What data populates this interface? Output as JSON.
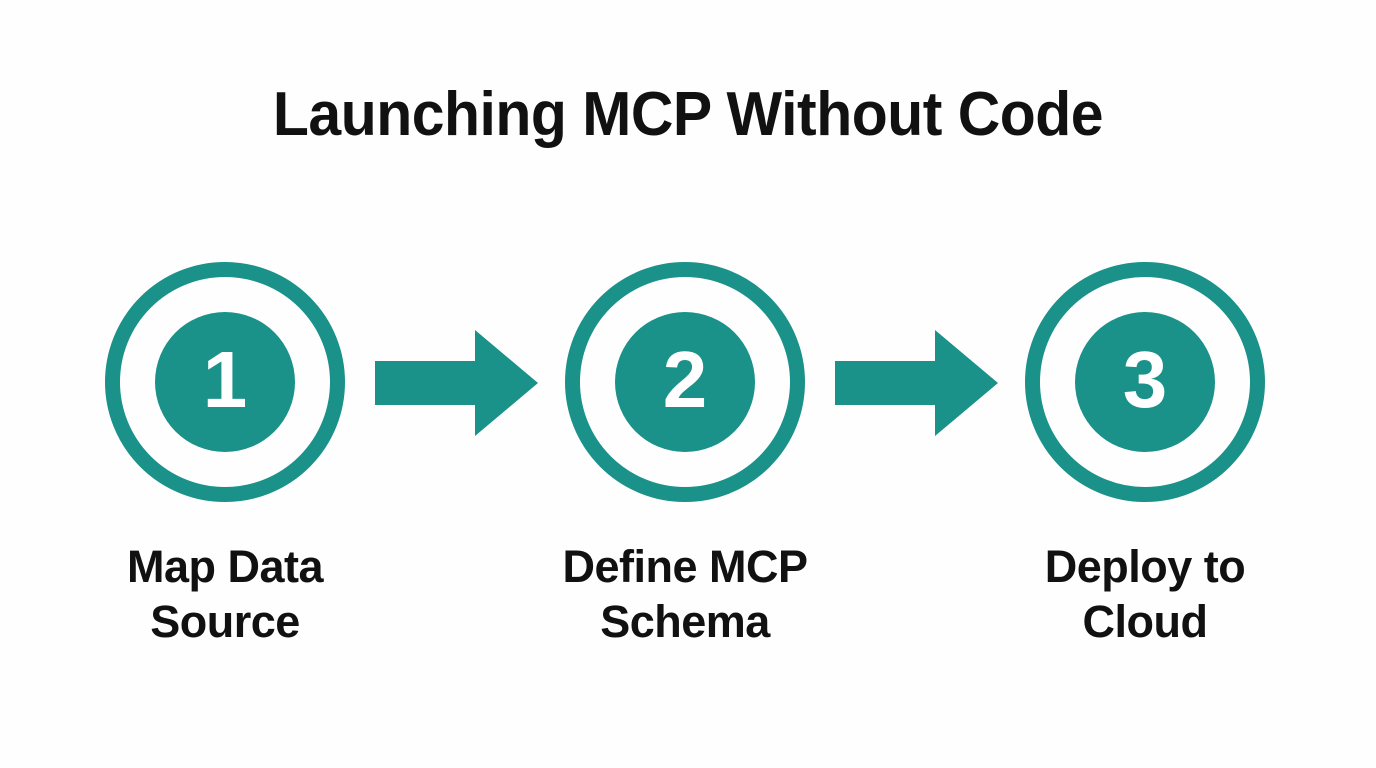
{
  "theme": {
    "background": "#fefefe",
    "accent": "#1a9189",
    "text": "#111111",
    "number_text": "#ffffff"
  },
  "header": {
    "title": "Launching MCP Without Code"
  },
  "steps": [
    {
      "number": "1",
      "label_line1": "Map Data",
      "label_line2": "Source"
    },
    {
      "number": "2",
      "label_line1": "Define MCP",
      "label_line2": "Schema"
    },
    {
      "number": "3",
      "label_line1": "Deploy to",
      "label_line2": "Cloud"
    }
  ],
  "connectors": [
    {
      "icon": "arrow-right-icon"
    },
    {
      "icon": "arrow-right-icon"
    }
  ],
  "chart_data": {
    "type": "diagram",
    "subtype": "numbered-step-flow",
    "title": "Launching MCP Without Code",
    "orientation": "horizontal",
    "step_count": 3,
    "categories": [
      "1",
      "2",
      "3"
    ],
    "labels": [
      "Map Data Source",
      "Define MCP Schema",
      "Deploy to Cloud"
    ],
    "connector": "arrow-right",
    "accent_color": "#1a9189",
    "background_color": "#fefefe"
  }
}
